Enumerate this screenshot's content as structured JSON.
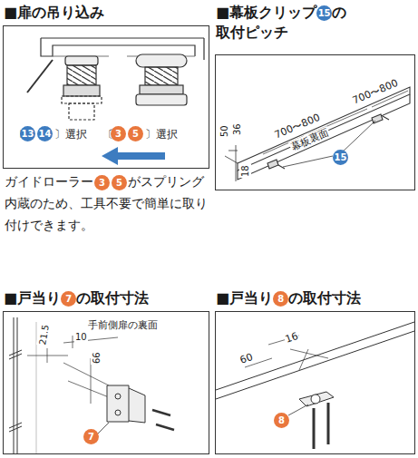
{
  "diagram": {
    "nodes": [
      {
        "text": [
          "■扉の吊り込み"
        ]
      },
      {
        "text": [
          "■幕板クリップ",
          "15",
          "の 取付ピッチ"
        ]
      },
      {
        "text": [
          "■戸当り",
          "7",
          "の取付寸法"
        ]
      },
      {
        "text": [
          "■戸当り",
          "8",
          "の取付寸法"
        ]
      }
    ],
    "edges": [],
    "labels": [
      "〔",
      "13",
      "14",
      "〕選択",
      "〔",
      "3",
      "5",
      "〕選択",
      "ガイドローラー",
      "3",
      "5",
      "がスプリング内蔵のため、工具不要で簡単に取り付けできます。",
      "50",
      "36",
      "18",
      "700〜800",
      "700〜800",
      "幕板裏面",
      "15",
      "手前側扉の裏面",
      "21.5",
      "10",
      "6",
      "66",
      "7",
      "60",
      "16",
      "8"
    ]
  }
}
